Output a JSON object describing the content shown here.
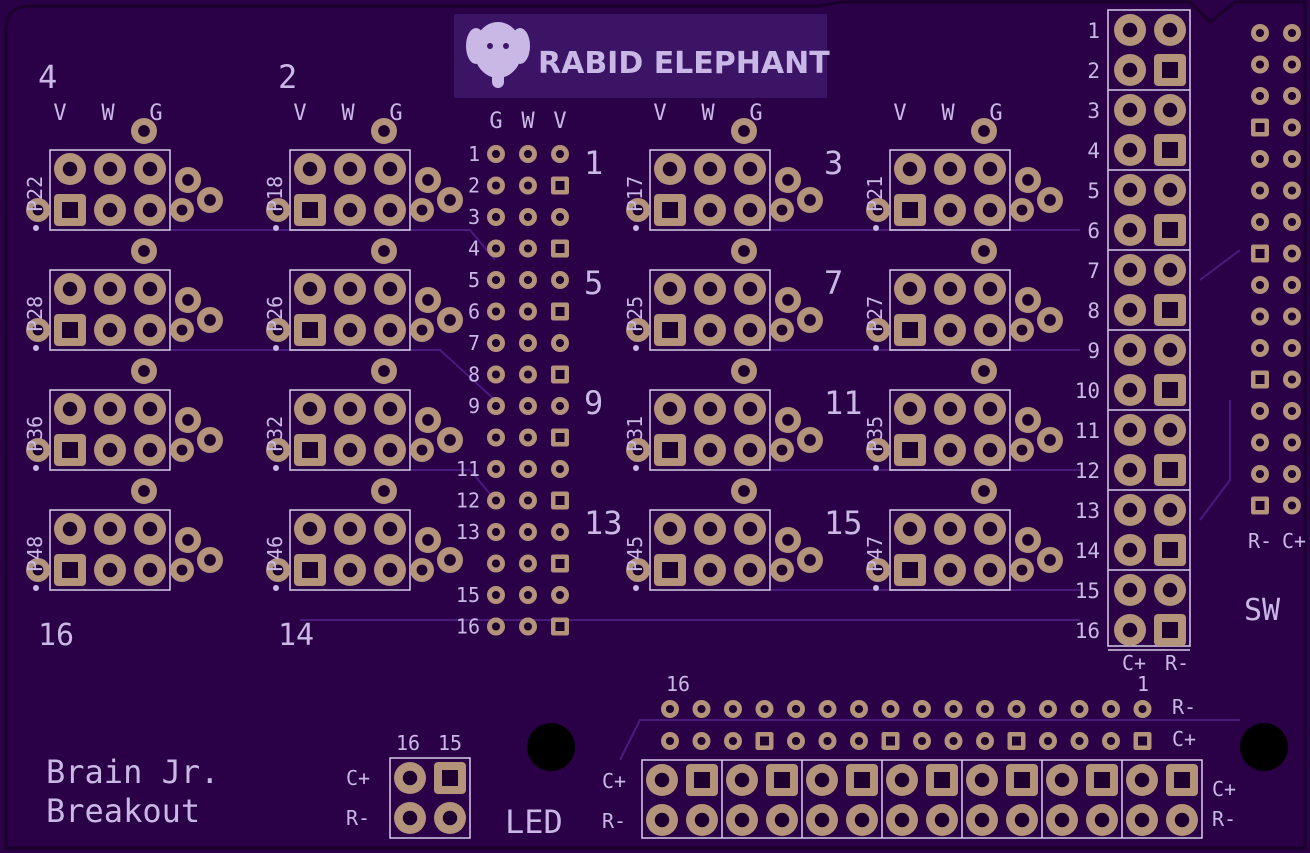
{
  "logo": {
    "text": "RABID ELEPHANT",
    "icon": "elephant-icon"
  },
  "board_title": {
    "line1": "Brain Jr.",
    "line2": "Breakout"
  },
  "servo_header_labels": [
    "V",
    "W",
    "G"
  ],
  "servo_columns": [
    {
      "number": "4",
      "bottom_number": "16",
      "labels": [
        "P22",
        "P28",
        "P36",
        "P48"
      ]
    },
    {
      "number": "2",
      "bottom_number": "14",
      "labels": [
        "P18",
        "P26",
        "P32",
        "P46"
      ]
    },
    {
      "number": "",
      "bottom_number": "",
      "labels": [
        "P17",
        "P25",
        "P31",
        "P45"
      ],
      "side_numbers": [
        "1",
        "5",
        "9",
        "13"
      ]
    },
    {
      "number": "",
      "bottom_number": "",
      "labels": [
        "P21",
        "P27",
        "P35",
        "P47"
      ],
      "side_numbers": [
        "3",
        "7",
        "11",
        "15"
      ]
    }
  ],
  "center_header": {
    "labels": [
      "G",
      "W",
      "V"
    ],
    "rows": [
      "1",
      "2",
      "3",
      "4",
      "5",
      "6",
      "7",
      "8",
      "9",
      "",
      "11",
      "12",
      "13",
      "",
      "15",
      "16"
    ]
  },
  "right_header": {
    "rows": [
      "1",
      "2",
      "3",
      "4",
      "5",
      "6",
      "7",
      "8",
      "9",
      "10",
      "11",
      "12",
      "13",
      "14",
      "15",
      "16"
    ],
    "bottom_labels": [
      "C+",
      "R-"
    ]
  },
  "sw": {
    "label": "SW",
    "bottom_labels": [
      "R-",
      "C+"
    ]
  },
  "bottom_header": {
    "left_num": "16",
    "right_num": "1",
    "row_labels": [
      "R-",
      "C+"
    ],
    "side_labels_left": [
      "C+",
      "R-"
    ],
    "side_labels_right": [
      "C+",
      "R-"
    ]
  },
  "led": {
    "label": "LED",
    "nums": [
      "16",
      "15"
    ],
    "row_labels": [
      "C+",
      "R-"
    ]
  },
  "colors": {
    "board": "#2a0046",
    "silk": "#c9b8e6",
    "pad": "#b3947a",
    "hole": "#1d0030"
  }
}
